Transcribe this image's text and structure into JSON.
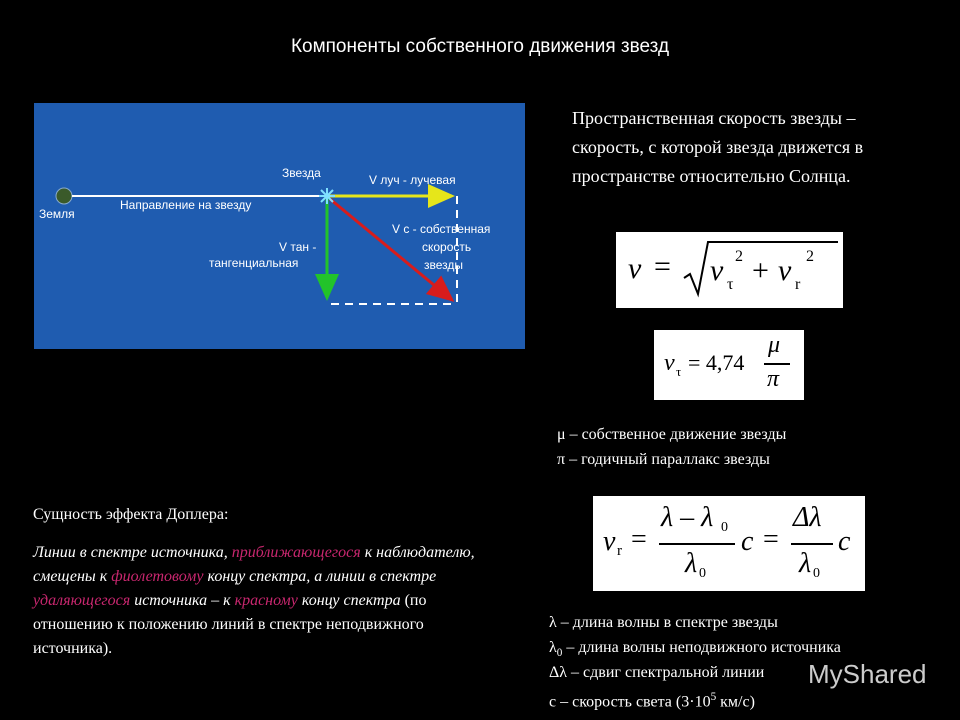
{
  "title": "Компоненты собственного движения звезд",
  "diagram": {
    "earth_label": "Земля",
    "direction_label": "Направление на звезду",
    "star_label": "Звезда",
    "radial_label": "V луч - лучевая",
    "tangential_label_1": "V тан -",
    "tangential_label_2": "тангенциальная",
    "own_label_1": "V с - собственная",
    "own_label_2": "скорость",
    "own_label_3": "звезды",
    "colors": {
      "background": "#1f5cb0",
      "radial": "#e6e61a",
      "tangential": "#22c32a",
      "own": "#d81c1c"
    }
  },
  "definition": "Пространственная скорость звезды – скорость, с которой звезда движется в пространстве относительно Солнца.",
  "formula1": {
    "lhs": "v",
    "eq": "=",
    "a": "v",
    "a_sub": "τ",
    "a_sup": "2",
    "plus": "+",
    "b": "v",
    "b_sub": "r",
    "b_sup": "2"
  },
  "formula2": {
    "lhs": "v",
    "lhs_sub": "τ",
    "eq": "= 4,74",
    "num": "μ",
    "den": "π"
  },
  "legend1": {
    "line1": "μ – собственное движение звезды",
    "line2": "π – годичный параллакс звезды"
  },
  "formula3": {
    "lhs": "v",
    "lhs_sub": "r",
    "eq1": "=",
    "num1": "λ – λ",
    "num1_sub": "0",
    "den1": "λ",
    "den1_sub": "0",
    "c1": "c",
    "eq2": "=",
    "num2": "Δλ",
    "den2": "λ",
    "den2_sub": "0",
    "c2": "c"
  },
  "legend2": {
    "line1": "λ – длина волны в спектре звезды",
    "line2_sym": "λ",
    "line2_sub": "0",
    "line2_text": " – длина волны неподвижного источника",
    "line3": "Δλ – сдвиг спектральной линии",
    "line4_pre": "c – скорость света (3·10",
    "line4_sup": "5",
    "line4_post": " км/с)"
  },
  "doppler": {
    "heading": "Сущность эффекта Доплера:",
    "p1": "Линии в спектре источника, ",
    "p2": "приближающегося",
    "p3": " к наблюдателю, смещены к ",
    "p4": "фиолетовому",
    "p5": " концу спектра, а линии в спектре ",
    "p6": "удаляющегося",
    "p7": " источника – к ",
    "p8": "красному",
    "p9": " концу спектра ",
    "p10": "(по отношению к положению линий в спектре неподвижного источника)."
  },
  "watermark": "MyShared"
}
